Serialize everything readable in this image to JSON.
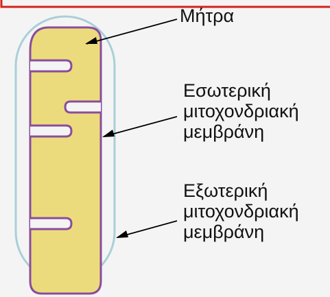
{
  "colors": {
    "background": "#f4f4f4",
    "outer_membrane": "#a9cfd8",
    "inner_membrane": "#8a4c9c",
    "matrix_fill": "#ecdb7c",
    "frame_border": "#d4221a",
    "arrow": "#000000"
  },
  "labels": {
    "matrix": "Μήτρα",
    "inner_membrane": {
      "line1": "Εσωτερική",
      "line2": "μιτοχονδριακή",
      "line3": "μεμβράνη"
    },
    "outer_membrane": {
      "line1": "Εξωτερική",
      "line2": "μιτοχονδριακή",
      "line3": "μεμβράνη"
    }
  }
}
